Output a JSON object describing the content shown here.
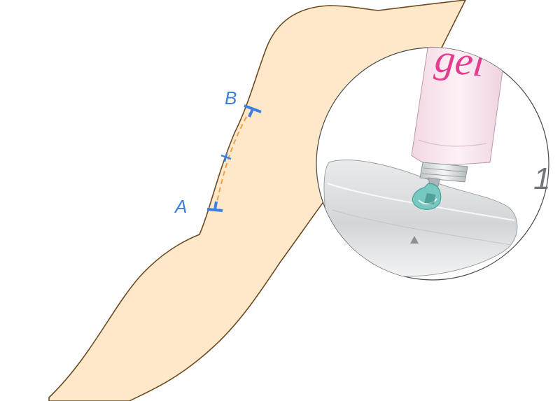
{
  "points": {
    "a": "A",
    "b": "B"
  },
  "tube_label": "gel",
  "step_number": "1",
  "colors": {
    "skin": "#fde9c9",
    "skin_outline": "#6b4a22",
    "marker": "#3d7fe0",
    "path": "#f0a040",
    "gel": "#6cc6bd",
    "tube_text": "#e23d8f"
  },
  "icons": [
    "arrow-up-icon"
  ]
}
